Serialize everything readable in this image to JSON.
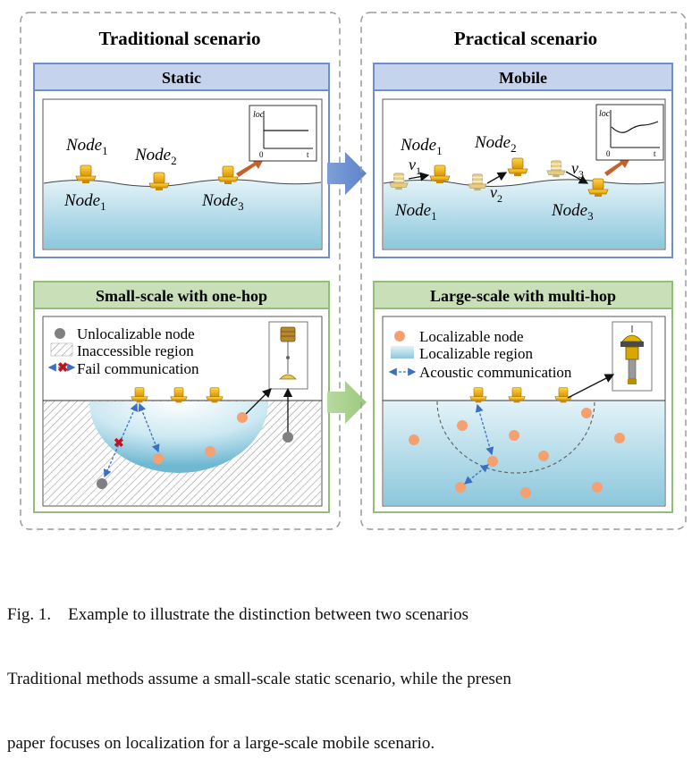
{
  "left_scenario": {
    "title": "Traditional scenario",
    "top_panel": {
      "header": "Static",
      "node_top_1": "Node",
      "node_top_1_sub": "1",
      "node_top_2": "Node",
      "node_top_2_sub": "2",
      "node_bottom_1": "Node",
      "node_bottom_1_sub": "1",
      "node_bottom_3": "Node",
      "node_bottom_3_sub": "3",
      "inset_ylabel": "loc",
      "inset_origin": "0",
      "inset_xlabel": "t"
    },
    "bottom_panel": {
      "header": "Small-scale with one-hop",
      "legend_unlocalizable": "Unlocalizable node",
      "legend_inaccessible": "Inaccessible region",
      "legend_fail": "Fail communication"
    }
  },
  "right_scenario": {
    "title": "Practical scenario",
    "top_panel": {
      "header": "Mobile",
      "node_top_1": "Node",
      "node_top_1_sub": "1",
      "node_top_2": "Node",
      "node_top_2_sub": "2",
      "node_bottom_1": "Node",
      "node_bottom_1_sub": "1",
      "node_bottom_3": "Node",
      "node_bottom_3_sub": "3",
      "v1": "v",
      "v1_sub": "1",
      "v2": "v",
      "v2_sub": "2",
      "v3": "v",
      "v3_sub": "3",
      "inset_ylabel": "loc",
      "inset_origin": "0",
      "inset_xlabel": "t"
    },
    "bottom_panel": {
      "header": "Large-scale with multi-hop",
      "legend_localizable_node": "Localizable node",
      "legend_localizable_region": "Localizable region",
      "legend_acoustic": "Acoustic communication"
    }
  },
  "caption": {
    "line1": "Fig. 1.    Example to illustrate the distinction between two scenarios",
    "line2": "Traditional methods assume a small-scale static scenario, while the presen",
    "line3": "paper focuses on localization for a large-scale mobile scenario."
  },
  "colors": {
    "blue_header": "#c5d3ec",
    "blue_border": "#6e8fcc",
    "green_header": "#c9dfb8",
    "green_border": "#93bd78",
    "buoy": "#f5b800",
    "orange_node": "#f4a070",
    "gray_node": "#808080",
    "arrow_orange": "#c5612d",
    "water_top": "#dff0f7",
    "water_bottom": "#8fc9dd"
  }
}
